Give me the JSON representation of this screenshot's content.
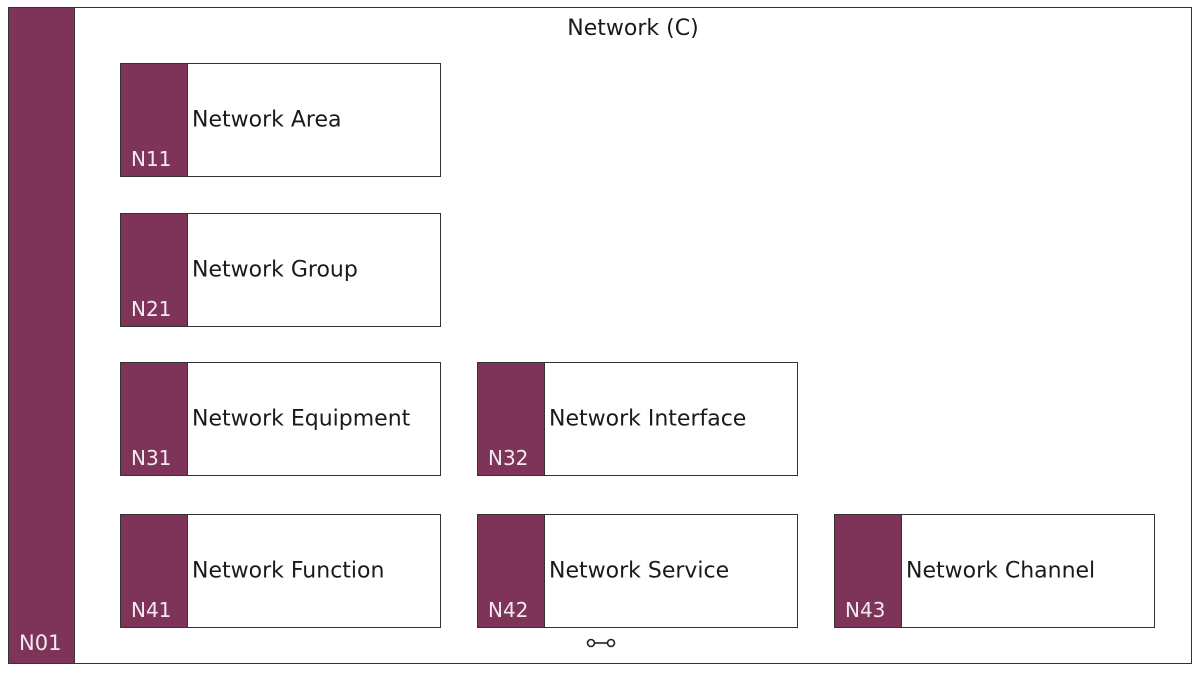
{
  "container": {
    "title": "Network (C)",
    "code": "N01",
    "icon": "link-icon",
    "fill_color": "#7d3458"
  },
  "boxes": [
    {
      "code": "N11",
      "label": "Network Area"
    },
    {
      "code": "N21",
      "label": "Network Group"
    },
    {
      "code": "N31",
      "label": "Network Equipment"
    },
    {
      "code": "N32",
      "label": "Network Interface"
    },
    {
      "code": "N41",
      "label": "Network Function"
    },
    {
      "code": "N42",
      "label": "Network Service"
    },
    {
      "code": "N43",
      "label": "Network Channel"
    }
  ]
}
